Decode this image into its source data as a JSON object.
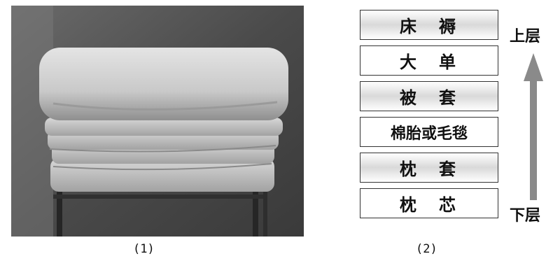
{
  "panels": {
    "photo_caption": "(1)",
    "diagram_caption": "(2)"
  },
  "layers": [
    {
      "label": "床　褥",
      "style": "shaded"
    },
    {
      "label": "大　单",
      "style": "plain"
    },
    {
      "label": "被　套",
      "style": "shaded"
    },
    {
      "label": "棉胎或毛毯",
      "style": "plain"
    },
    {
      "label": "枕　套",
      "style": "shaded"
    },
    {
      "label": "枕　芯",
      "style": "plain"
    }
  ],
  "direction_labels": {
    "top": "上层",
    "bottom": "下层"
  },
  "colors": {
    "arrow": "#8a8a8a",
    "border": "#333333"
  },
  "icons": {
    "arrow": "up-arrow-icon"
  }
}
